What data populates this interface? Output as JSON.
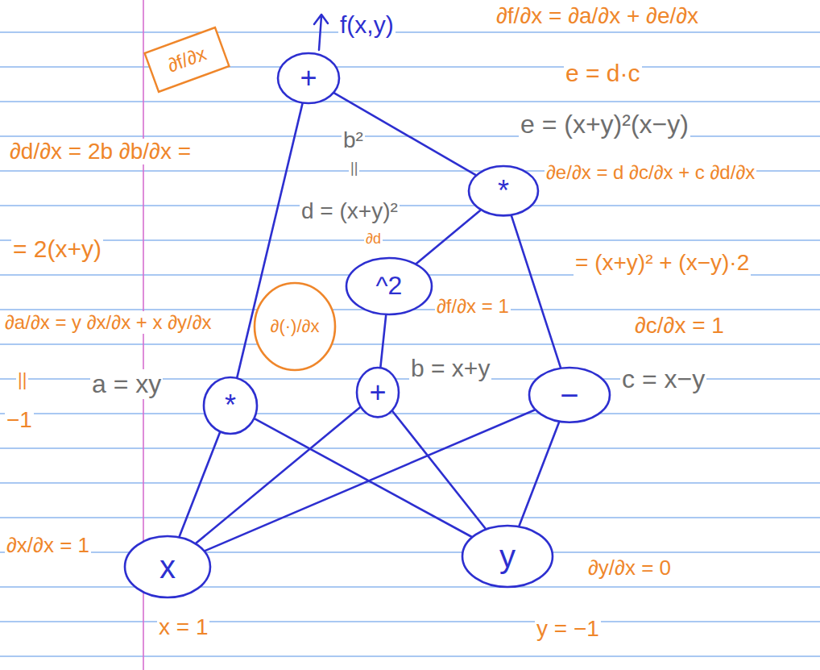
{
  "diagram": {
    "nodes": [
      {
        "text": [
          "∂f/∂x"
        ]
      },
      {
        "text": [
          "+"
        ]
      },
      {
        "text": [
          "*"
        ]
      },
      {
        "text": [
          "^2"
        ]
      },
      {
        "text": [
          "∂(·)/∂x"
        ]
      },
      {
        "text": [
          "*"
        ]
      },
      {
        "text": [
          "+"
        ]
      },
      {
        "text": [
          "−"
        ]
      },
      {
        "text": [
          "x"
        ]
      },
      {
        "text": [
          "y"
        ]
      }
    ],
    "edges": [
      {
        "from": 5,
        "to": 1,
        "arrow": "none"
      },
      {
        "from": 2,
        "to": 1,
        "arrow": "none"
      },
      {
        "from": 3,
        "to": 2,
        "arrow": "none"
      },
      {
        "from": 7,
        "to": 2,
        "arrow": "none"
      },
      {
        "from": 6,
        "to": 3,
        "arrow": "none"
      },
      {
        "from": 8,
        "to": 5,
        "arrow": "none"
      },
      {
        "from": 9,
        "to": 5,
        "arrow": "none"
      },
      {
        "from": 8,
        "to": 6,
        "arrow": "none"
      },
      {
        "from": 9,
        "to": 6,
        "arrow": "none"
      },
      {
        "from": 8,
        "to": 7,
        "arrow": "none"
      },
      {
        "from": 9,
        "to": 7,
        "arrow": "none"
      }
    ],
    "labels": [
      "f(x,y)",
      "∂f/∂x = ∂a/∂x + ∂e/∂x",
      "e = d·c",
      "e = (x+y)²(x−y)",
      "∂d/∂x = 2b ∂b/∂x =",
      "b²",
      "||",
      "∂e/∂x = d ∂c/∂x + c ∂d/∂x",
      "d = (x+y)²",
      "∂d",
      "= 2(x+y)",
      "= (x+y)² + (x−y)·2",
      "∂f/∂x = 1",
      "∂a/∂x = y ∂x/∂x + x ∂y/∂x",
      "∂c/∂x = 1",
      "b = x+y",
      "a = xy",
      "||",
      "c = x−y",
      "−1",
      "∂x/∂x = 1",
      "∂y/∂x = 0",
      "x = 1",
      "y = −1"
    ]
  }
}
